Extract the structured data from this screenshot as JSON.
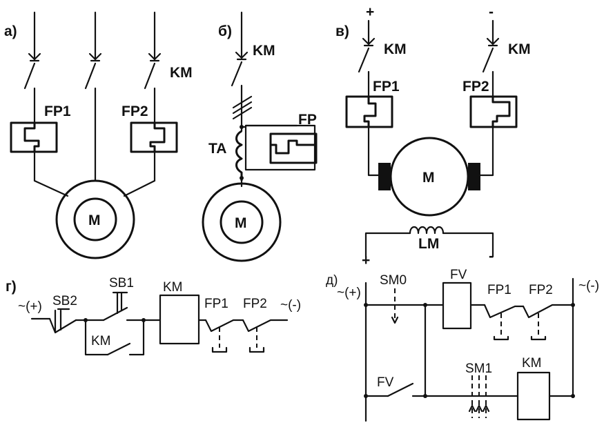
{
  "panels": {
    "a": {
      "tag": "а)",
      "labels": {
        "km": "KM",
        "fp1": "FP1",
        "fp2": "FP2",
        "motor": "M"
      }
    },
    "b": {
      "tag": "б)",
      "labels": {
        "km": "KM",
        "ta": "TA",
        "fp": "FP",
        "motor": "M"
      }
    },
    "v": {
      "tag": "в)",
      "labels": {
        "plus": "+",
        "minus": "-",
        "km_left": "KM",
        "km_right": "KM",
        "fp1": "FP1",
        "fp2": "FP2",
        "motor": "M",
        "field": "LM",
        "field_plus": "+",
        "field_minus": "-"
      }
    },
    "g": {
      "tag": "г)",
      "labels": {
        "supply_left": "~(+)",
        "supply_right": "~(-)",
        "sb2": "SB2",
        "sb1": "SB1",
        "km_contact": "KM",
        "km_coil": "KM",
        "fp1": "FP1",
        "fp2": "FP2"
      }
    },
    "d": {
      "tag": "д)",
      "labels": {
        "supply_left": "~(+)",
        "supply_right": "~(-)",
        "sm0": "SM0",
        "fv_coil": "FV",
        "fp1": "FP1",
        "fp2": "FP2",
        "fv_contact": "FV",
        "sm1": "SM1",
        "km_coil": "KM"
      }
    }
  }
}
